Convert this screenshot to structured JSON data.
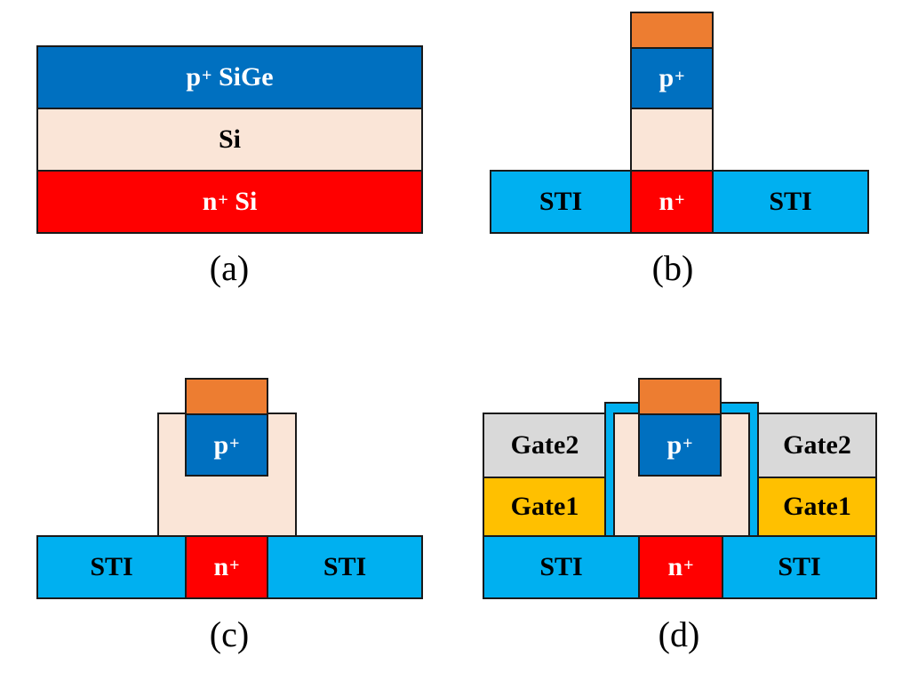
{
  "colors": {
    "p_plus": "#0070c0",
    "si": "#fae5d7",
    "n_plus": "#ff0000",
    "sti": "#00b0f0",
    "cap": "#ed7d31",
    "gate1": "#ffc000",
    "gate2": "#d9d9d9",
    "liner": "#00b0f0"
  },
  "panel_a": {
    "p_layer": {
      "base": "p",
      "sup": "+",
      "rest": " SiGe"
    },
    "si_layer": "Si",
    "n_layer": {
      "base": "n",
      "sup": "+",
      "rest": " Si"
    },
    "caption": "(a)"
  },
  "panel_b": {
    "sti_left": "STI",
    "sti_right": "STI",
    "n_plus": {
      "base": "n",
      "sup": "+"
    },
    "p_plus": {
      "base": "p",
      "sup": "+"
    },
    "caption": "(b)"
  },
  "panel_c": {
    "sti_left": "STI",
    "sti_right": "STI",
    "n_plus": {
      "base": "n",
      "sup": "+"
    },
    "p_plus": {
      "base": "p",
      "sup": "+"
    },
    "caption": "(c)"
  },
  "panel_d": {
    "sti_left": "STI",
    "sti_right": "STI",
    "n_plus": {
      "base": "n",
      "sup": "+"
    },
    "p_plus": {
      "base": "p",
      "sup": "+"
    },
    "gate1_left": "Gate1",
    "gate1_right": "Gate1",
    "gate2_left": "Gate2",
    "gate2_right": "Gate2",
    "caption": "(d)"
  }
}
